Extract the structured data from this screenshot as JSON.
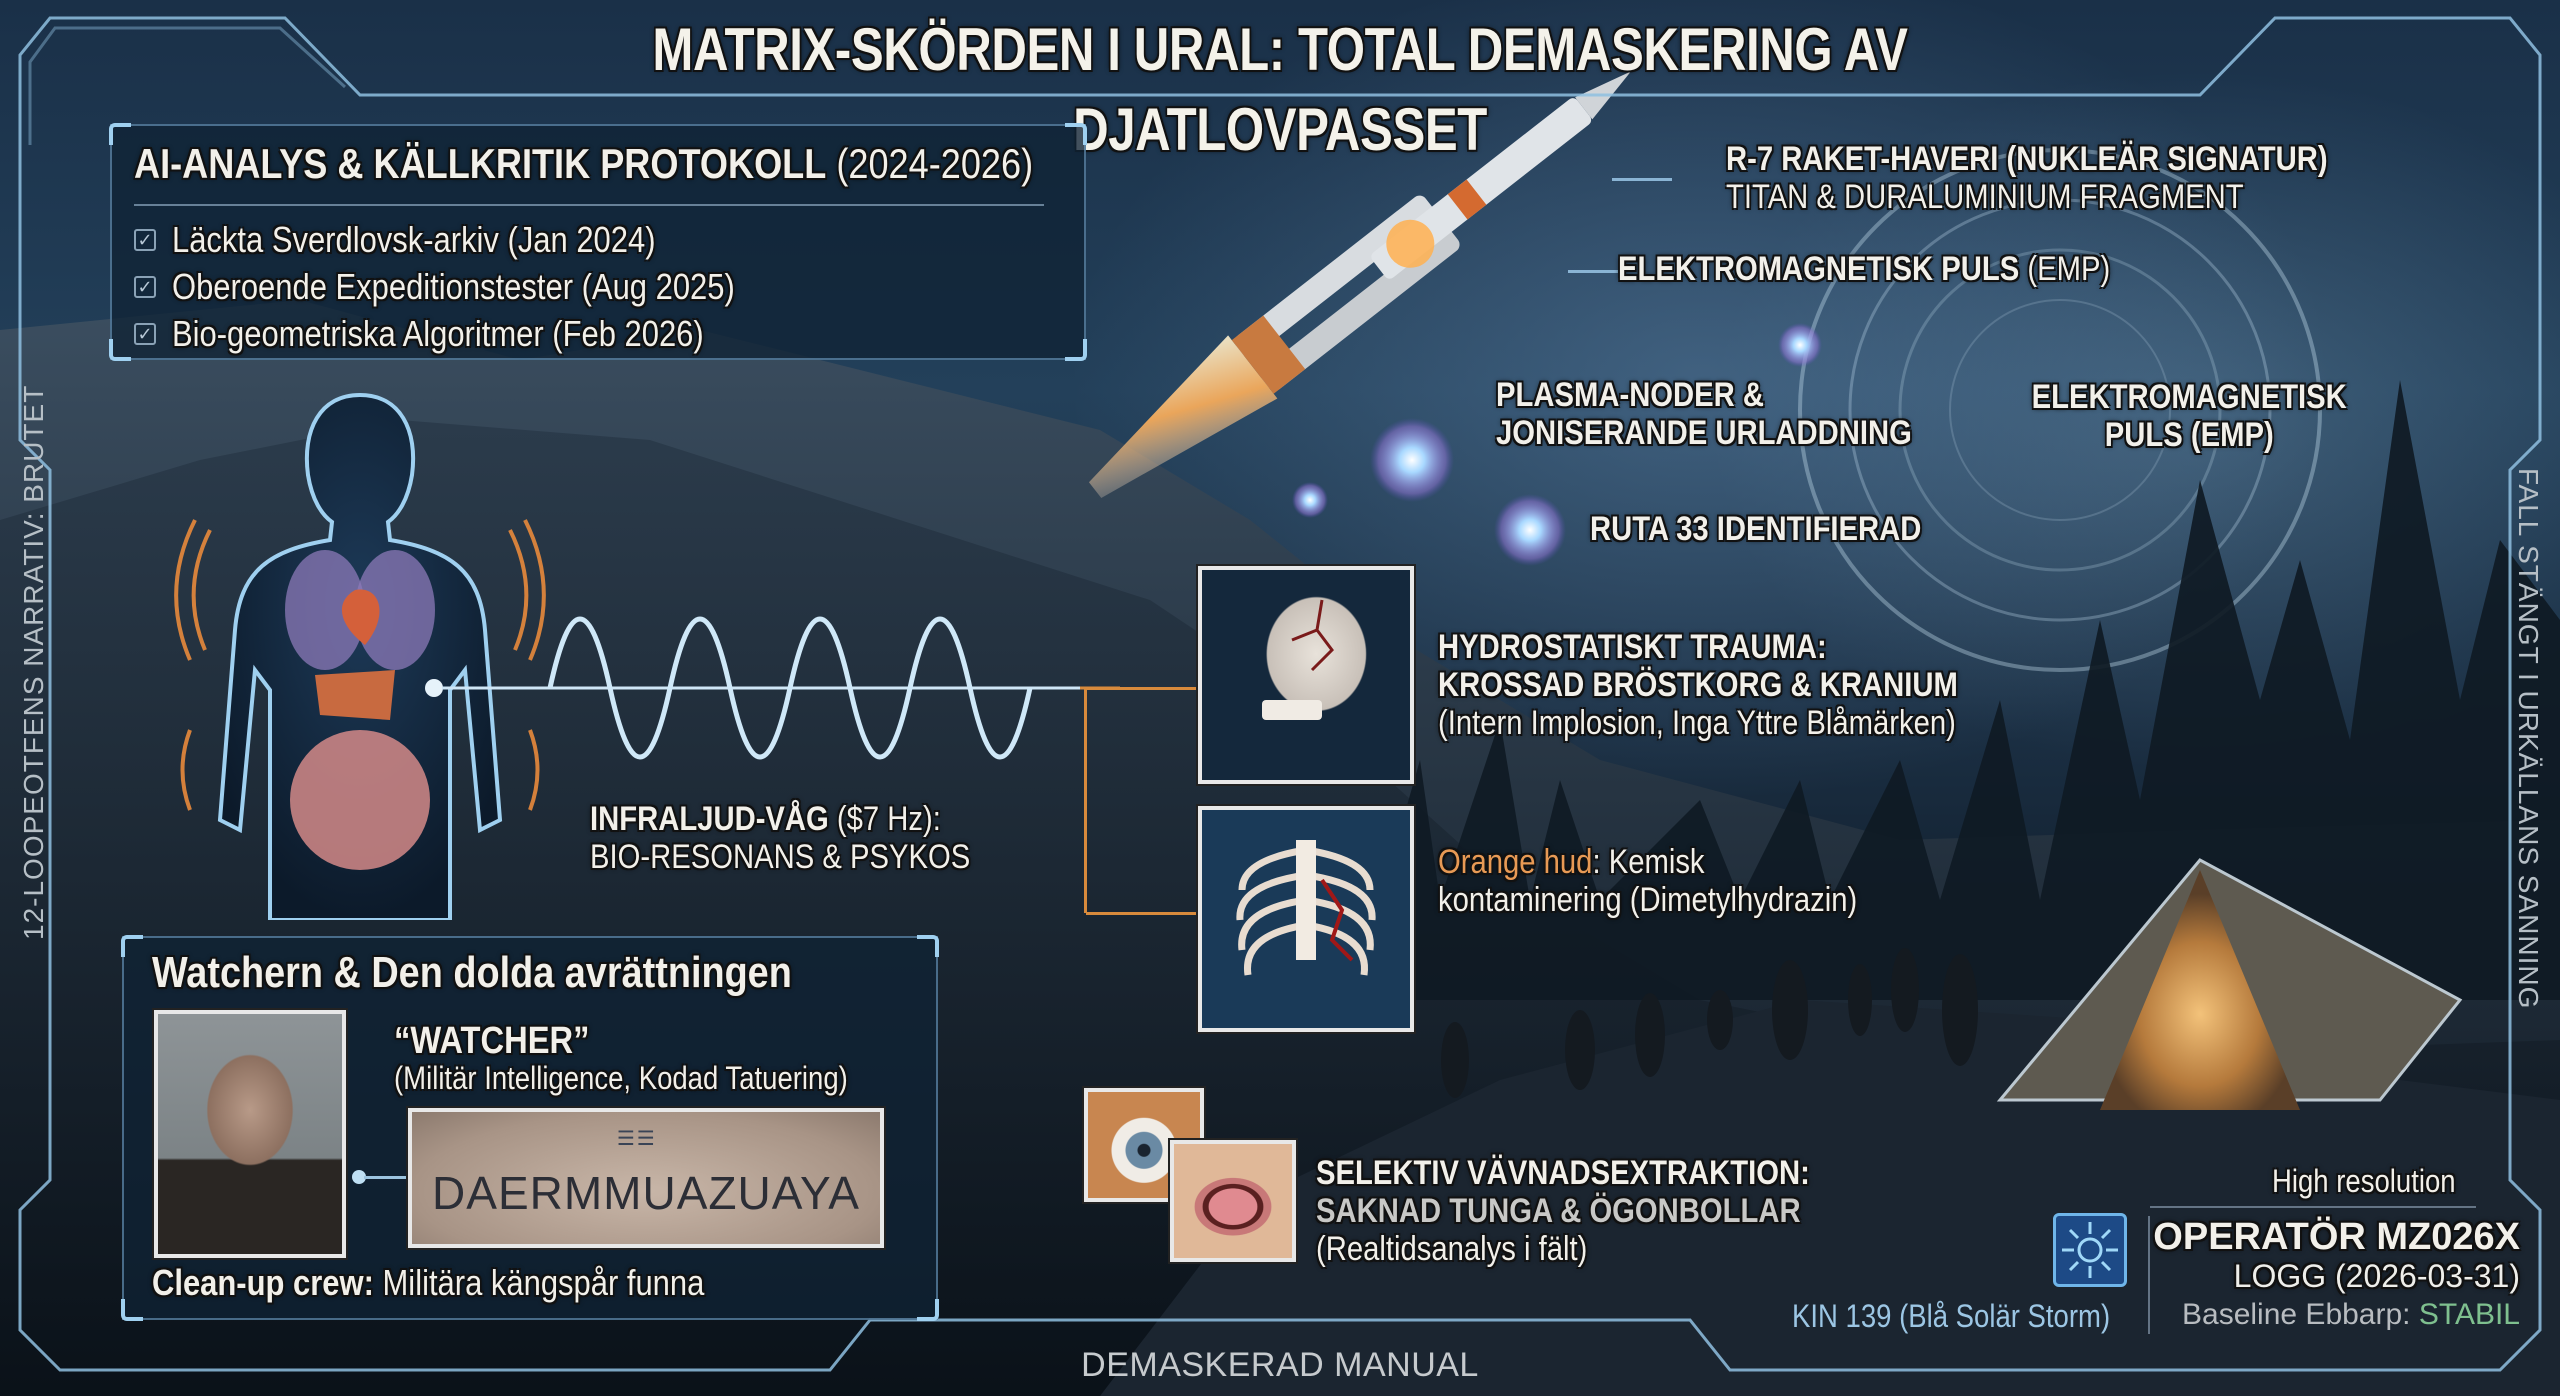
{
  "title": "MATRIX-SKÖRDEN I URAL: TOTAL DEMASKERING AV DJATLOVPASSET",
  "ai_panel": {
    "title_bold": "AI-ANALYS & KÄLLKRITIK PROTOKOLL",
    "title_period": "(2024-2026)",
    "items": [
      {
        "label": "Läckta Sverdlovsk-arkiv (Jan 2024)",
        "checked": true
      },
      {
        "label": "Oberoende Expeditionstester (Aug 2025)",
        "checked": true
      },
      {
        "label": "Bio-geometriska Algoritmer (Feb 2026)",
        "checked": true
      }
    ],
    "check_glyph": "✓"
  },
  "callouts": {
    "rocket": {
      "line1": "R-7 RAKET-HAVERI (NUKLEÄR SIGNATUR)",
      "line2": "TITAN & DURALUMINIUM FRAGMENT"
    },
    "emp_inline": {
      "bold": "ELEKTROMAGNETISK PULS",
      "normal": "(EMP)"
    },
    "plasma": {
      "line1": "PLASMA-NODER &",
      "line2": "JONISERANDE URLADDNING"
    },
    "emp_ring": {
      "line1": "ELEKTROMAGNETISK",
      "line2": "PULS (EMP)"
    },
    "ruta": "RUTA 33 IDENTIFIERAD",
    "infrasound": {
      "bold": "INFRALJUD-VÅG",
      "normal": "($7 Hz):",
      "line2": "BIO-RESONANS & PSYKOS"
    },
    "trauma": {
      "line1": "HYDROSTATISKT TRAUMA:",
      "line2": "KROSSAD BRÖSTKORG & KRANIUM",
      "line3": "(Intern Implosion, Inga Yttre Blåmärken)"
    },
    "orange_skin": {
      "highlight": "Orange hud",
      "rest1": ": Kemisk",
      "line2": "kontaminering (Dimetylhydrazin)"
    },
    "tissue": {
      "line1": "SELEKTIV VÄVNADSEXTRAKTION:",
      "line2": "SAKNAD TUNGA & ÖGONBOLLAR",
      "line3": "(Realtidsanalys i fält)"
    }
  },
  "watcher_panel": {
    "title": "Watchern & Den dolda avrättningen",
    "name": "“WATCHER”",
    "description": "(Militär Intelligence, Kodad Tatuering)",
    "tattoo_text": "DAERMMUAZUAYA",
    "tattoo_marks": "☰☰",
    "cleanup_bold": "Clean-up crew:",
    "cleanup_text": " Militära kängspår funna"
  },
  "status": {
    "resolution": "High resolution",
    "kin": "KIN 139 (Blå Solär Storm)",
    "operator": "OPERATÖR MZ026X",
    "log": "LOGG (2026-03-31)",
    "baseline_label": "Baseline Ebbarp: ",
    "baseline_value": "STABIL"
  },
  "footer": "DEMASKERAD MANUAL",
  "side_left": "12-LOOPEOTFENS NARRATIV: BRUTET",
  "side_right": "FALL STÄNGT I URKÄLLANS SANNING",
  "colors": {
    "accent_blue": "#8ab4d4",
    "frame_blue": "#9fd0f0",
    "orange": "#e89a55",
    "stable_green": "#7fc08f",
    "kin_blue": "#9cc6e4"
  }
}
